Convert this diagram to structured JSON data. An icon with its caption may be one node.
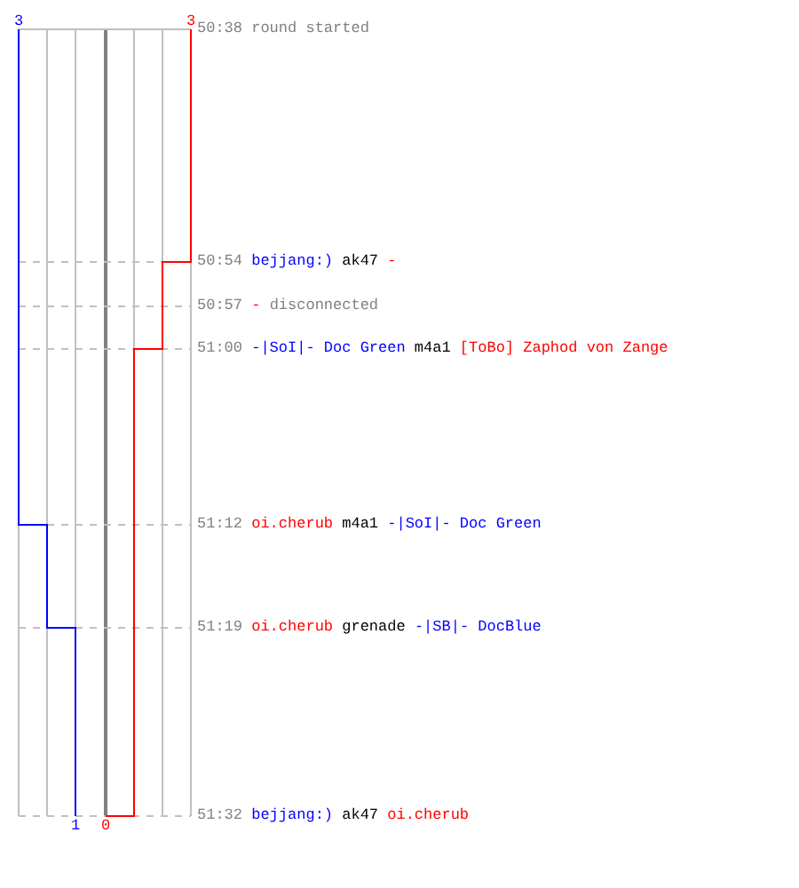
{
  "diagram": {
    "labels": [
      "3",
      "3",
      "50:38",
      "round started",
      "50:54",
      "bejjang:)",
      "ak47",
      "-",
      "50:57",
      "-",
      "disconnected",
      "51:00",
      "-|SoI|- Doc Green",
      "m4a1",
      "[ToBo] Zaphod von Zange",
      "51:12",
      "oi.cherub",
      "m4a1",
      "-|SoI|- Doc Green",
      "51:19",
      "oi.cherub",
      "grenade",
      "-|SB|- DocBlue",
      "51:32",
      "bejjang:)",
      "ak47",
      "oi.cherub",
      "1",
      "0"
    ]
  }
}
